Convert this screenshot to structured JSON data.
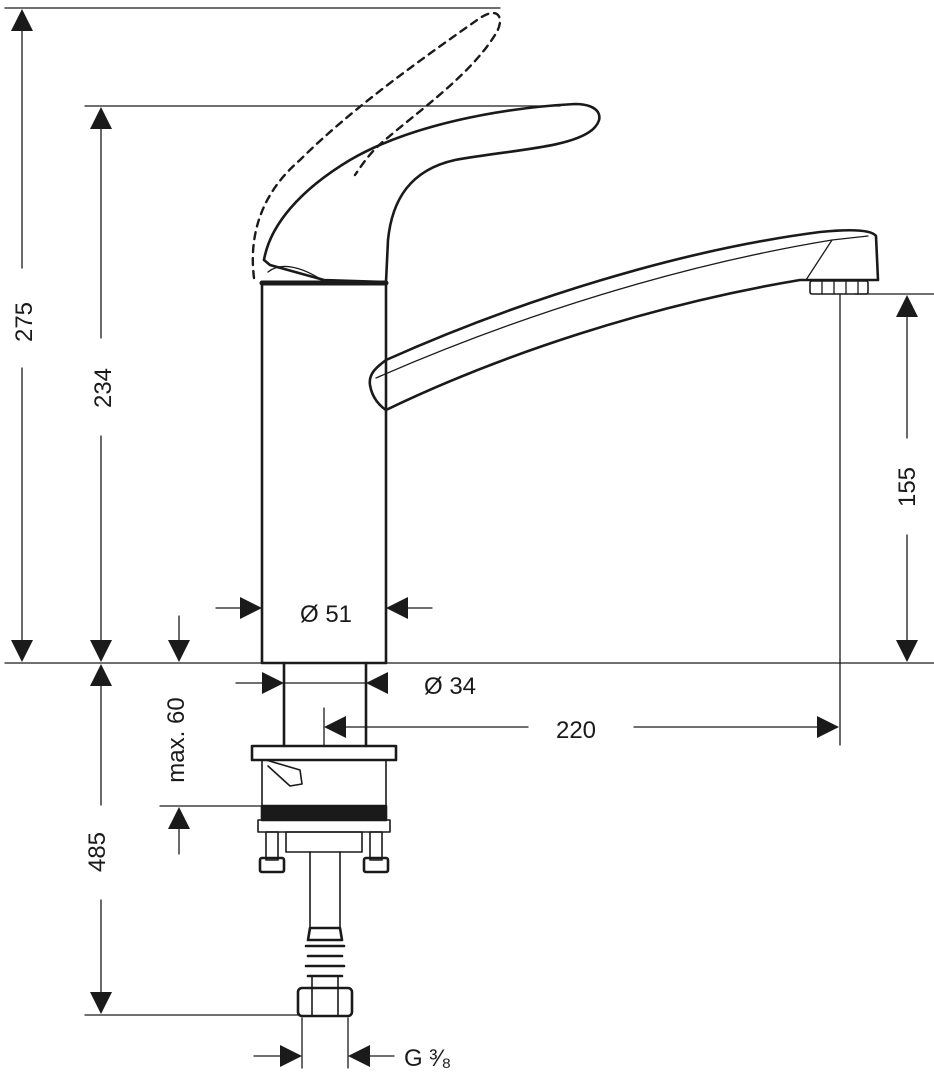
{
  "dimensions": {
    "total_height_lever_up": "275",
    "height_to_lever": "234",
    "spout_height": "155",
    "body_diameter": "Ø 51",
    "shank_diameter": "Ø 34",
    "spout_reach": "220",
    "max_deck_thickness": "max. 60",
    "below_deck_length": "485",
    "connection_thread": "G ³⁄₈"
  }
}
